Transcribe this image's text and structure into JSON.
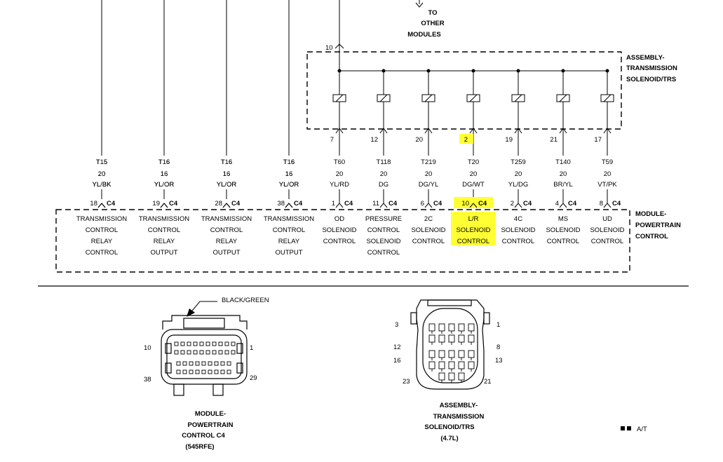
{
  "top_note": [
    "TO",
    "OTHER",
    "MODULES"
  ],
  "top_pin": "10",
  "trs_label": [
    "ASSEMBLY-",
    "TRANSMISSION",
    "SOLENOID/TRS"
  ],
  "pcm_label": [
    "MODULE-",
    "POWERTRAIN",
    "CONTROL"
  ],
  "highlight_color": "#ffff33",
  "solenoids": [
    {
      "trs_pin": "7",
      "circuit": "T60",
      "gauge": "20",
      "color": "YL/RD",
      "c4_pin": "1",
      "function": [
        "OD",
        "SOLENOID",
        "CONTROL"
      ]
    },
    {
      "trs_pin": "12",
      "circuit": "T118",
      "gauge": "20",
      "color": "DG",
      "c4_pin": "11",
      "function": [
        "PRESSURE",
        "CONTROL",
        "SOLENOID",
        "CONTROL"
      ]
    },
    {
      "trs_pin": "20",
      "circuit": "T219",
      "gauge": "20",
      "color": "DG/YL",
      "c4_pin": "6",
      "function": [
        "2C",
        "SOLENOID",
        "CONTROL"
      ]
    },
    {
      "trs_pin": "2",
      "circuit": "T20",
      "gauge": "20",
      "color": "DG/WT",
      "c4_pin": "10",
      "function": [
        "L/R",
        "SOLENOID",
        "CONTROL"
      ],
      "highlight": true
    },
    {
      "trs_pin": "19",
      "circuit": "T259",
      "gauge": "20",
      "color": "YL/DG",
      "c4_pin": "2",
      "function": [
        "4C",
        "SOLENOID",
        "CONTROL"
      ]
    },
    {
      "trs_pin": "21",
      "circuit": "T140",
      "gauge": "20",
      "color": "BR/YL",
      "c4_pin": "4",
      "function": [
        "MS",
        "SOLENOID",
        "CONTROL"
      ]
    },
    {
      "trs_pin": "17",
      "circuit": "T59",
      "gauge": "20",
      "color": "VT/PK",
      "c4_pin": "8",
      "function": [
        "UD",
        "SOLENOID",
        "CONTROL"
      ]
    }
  ],
  "relay_circuits": [
    {
      "circuit": "T15",
      "gauge": "20",
      "color": "YL/BK",
      "c4_pin": "18",
      "function": [
        "TRANSMISSION",
        "CONTROL",
        "RELAY",
        "CONTROL"
      ]
    },
    {
      "circuit": "T16",
      "gauge": "16",
      "color": "YL/OR",
      "c4_pin": "19",
      "function": [
        "TRANSMISSION",
        "CONTROL",
        "RELAY",
        "OUTPUT"
      ]
    },
    {
      "circuit": "T16",
      "gauge": "16",
      "color": "YL/OR",
      "c4_pin": "28",
      "function": [
        "TRANSMISSION",
        "CONTROL",
        "RELAY",
        "OUTPUT"
      ]
    },
    {
      "circuit": "T16",
      "gauge": "16",
      "color": "YL/OR",
      "c4_pin": "38",
      "function": [
        "TRANSMISSION",
        "CONTROL",
        "RELAY",
        "OUTPUT"
      ]
    }
  ],
  "connector_tag": "C4",
  "pcm_connector": {
    "callout": "BLACK/GREEN",
    "pins": {
      "top_left": "10",
      "top_right": "1",
      "bottom_left": "38",
      "bottom_right": "29"
    },
    "caption": [
      "MODULE-",
      "POWERTRAIN",
      "CONTROL C4",
      "(545RFE)"
    ]
  },
  "trs_connector": {
    "pins": {
      "p3": "3",
      "p1": "1",
      "p12": "12",
      "p8": "8",
      "p16": "16",
      "p13": "13",
      "p23": "23",
      "p21": "21"
    },
    "caption": [
      "ASSEMBLY-",
      "TRANSMISSION",
      "SOLENOID/TRS",
      "(4.7L)"
    ]
  },
  "legend_text": "A/T"
}
